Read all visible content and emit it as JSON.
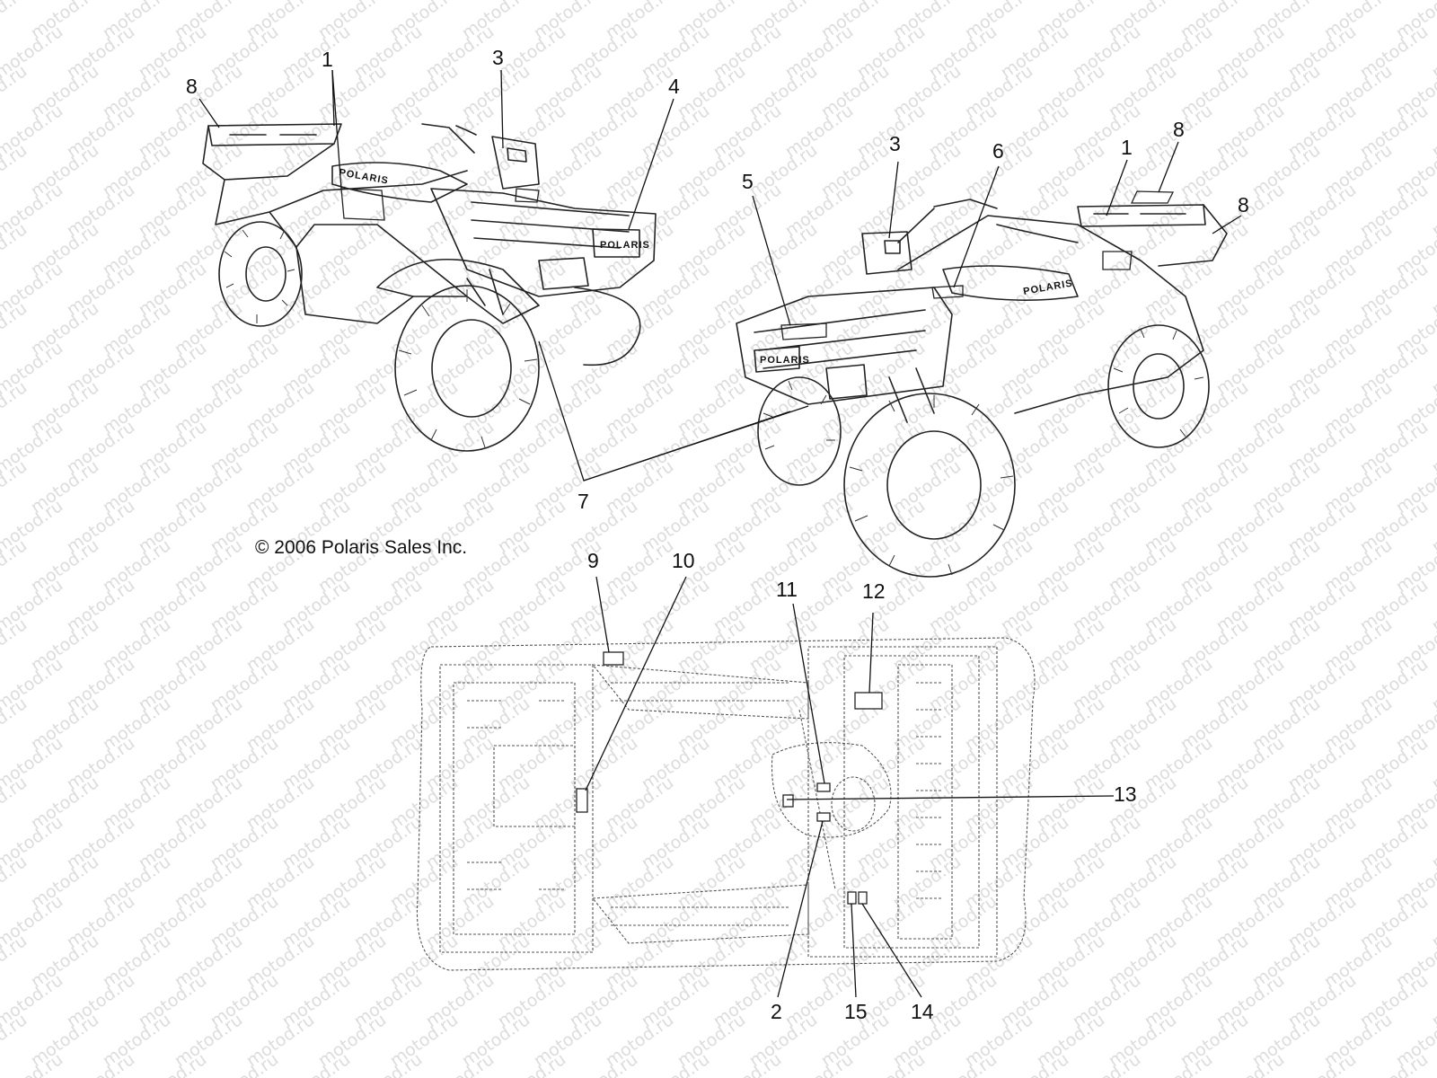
{
  "watermark": {
    "text": "motod.ru"
  },
  "copyright": "© 2006 Polaris Sales Inc.",
  "brand_decal": "POLARIS",
  "callouts": {
    "c1a": "1",
    "c3a": "3",
    "c4": "4",
    "c8a": "8",
    "c3b": "3",
    "c5": "5",
    "c6": "6",
    "c1b": "1",
    "c8b": "8",
    "c8c": "8",
    "c7": "7",
    "c9": "9",
    "c10": "10",
    "c11": "11",
    "c12": "12",
    "c13": "13",
    "c2": "2",
    "c15": "15",
    "c14": "14"
  }
}
